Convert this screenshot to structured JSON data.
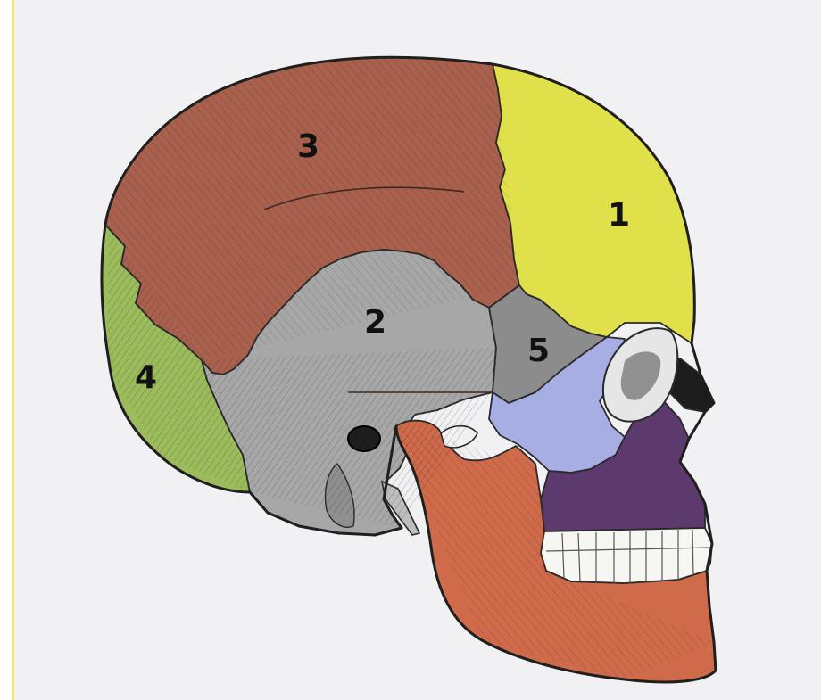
{
  "diagram": {
    "colors": {
      "paper": "#f1f1f3",
      "page_edge_left": "#f0e86a",
      "outline": "#2a2a2a",
      "frontal": "#e0e04a",
      "parietal": "#a9604c",
      "temporal": "#a7a7a7",
      "occipital": "#9bbb5c",
      "sphenoid": "#8c8c8c",
      "zygomatic": "#a6aee4",
      "maxilla": "#5c3a6e",
      "mandible": "#cf6a4b",
      "teeth": "#f6f6f2",
      "nasal_cavity": "#1c1c1c"
    },
    "labels": {
      "frontal": "1",
      "temporal": "2",
      "parietal": "3",
      "occipital": "4",
      "sphenoid": "5"
    }
  }
}
